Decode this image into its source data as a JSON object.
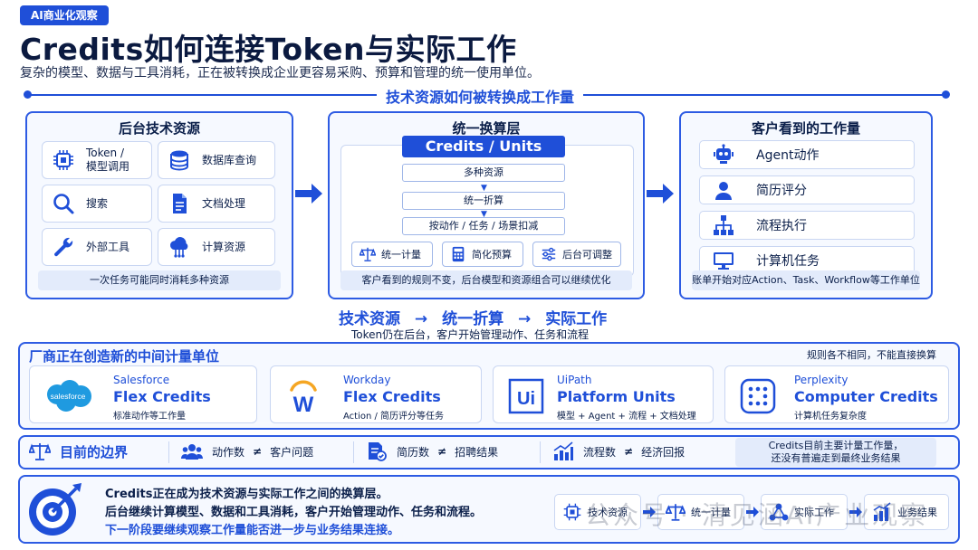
{
  "header": {
    "tag": "AI商业化观察",
    "title": "Credits如何连接Token与实际工作",
    "subtitle": "复杂的模型、数据与工具消耗，正在被转换成企业更容易采购、预算和管理的统一使用单位。"
  },
  "section_title": "技术资源如何被转换成工作量",
  "backend": {
    "title": "后台技术资源",
    "items": [
      {
        "label": "Token /\n模型调用",
        "icon": "chip-icon"
      },
      {
        "label": "数据库查询",
        "icon": "database-icon"
      },
      {
        "label": "搜索",
        "icon": "search-icon"
      },
      {
        "label": "文档处理",
        "icon": "document-icon"
      },
      {
        "label": "外部工具",
        "icon": "wrench-icon"
      },
      {
        "label": "计算资源",
        "icon": "cloud-compute-icon"
      }
    ],
    "footer": "一次任务可能同时消耗多种资源"
  },
  "exchange": {
    "title": "统一换算层",
    "unit": "Credits / Units",
    "steps": [
      "多种资源",
      "统一折算",
      "按动作 / 任务 / 场景扣减"
    ],
    "features": [
      {
        "label": "统一计量",
        "icon": "scale-icon"
      },
      {
        "label": "简化预算",
        "icon": "calculator-icon"
      },
      {
        "label": "后台可调整",
        "icon": "sliders-icon"
      }
    ],
    "footer": "客户看到的规则不变，后台模型和资源组合可以继续优化"
  },
  "customer": {
    "title": "客户看到的工作量",
    "items": [
      {
        "label": "Agent动作",
        "icon": "robot-icon"
      },
      {
        "label": "简历评分",
        "icon": "person-icon"
      },
      {
        "label": "流程执行",
        "icon": "flowchart-icon"
      },
      {
        "label": "计算机任务",
        "icon": "monitor-icon"
      }
    ],
    "footer": "账单开始对应Action、Task、Workflow等工作单位"
  },
  "flow": {
    "items": [
      "技术资源",
      "统一折算",
      "实际工作"
    ],
    "arrow": "→",
    "subtitle": "Token仍在后台，客户开始管理动作、任务和流程"
  },
  "vendors": {
    "title": "厂商正在创造新的中间计量单位",
    "note": "规则各不相同，不能直接换算",
    "items": [
      {
        "name": "Salesforce",
        "unit": "Flex Credits",
        "desc": "标准动作等工作量",
        "logo": "salesforce-logo",
        "logo_text": "salesforce"
      },
      {
        "name": "Workday",
        "unit": "Flex Credits",
        "desc": "Action / 简历评分等任务",
        "logo": "workday-logo",
        "logo_text": "W"
      },
      {
        "name": "UiPath",
        "unit": "Platform Units",
        "desc": "模型 + Agent + 流程 + 文档处理",
        "logo": "uipath-logo",
        "logo_text": "Ui"
      },
      {
        "name": "Perplexity",
        "unit": "Computer Credits",
        "desc": "计算机任务复杂度",
        "logo": "perplexity-logo"
      }
    ]
  },
  "boundary": {
    "title": "目前的边界",
    "neq": "≠",
    "items": [
      {
        "left": "动作数",
        "right": "客户问题",
        "icon": "users-icon"
      },
      {
        "left": "简历数",
        "right": "招聘结果",
        "icon": "resume-check-icon"
      },
      {
        "left": "流程数",
        "right": "经济回报",
        "icon": "bar-chart-icon"
      }
    ],
    "note": "Credits目前主要计量工作量，\n还没有普遍走到最终业务结果"
  },
  "conclusion": {
    "lines": [
      "Credits正在成为技术资源与实际工作之间的换算层。",
      "后台继续计算模型、数据和工具消耗，客户开始管理动作、任务和流程。",
      "下一阶段要继续观察工作量能否进一步与业务结果连接。"
    ],
    "chain": [
      {
        "label": "技术资源",
        "icon": "chip-icon"
      },
      {
        "label": "统一计量",
        "icon": "scale-icon"
      },
      {
        "label": "实际工作",
        "icon": "network-icon"
      },
      {
        "label": "业务结果",
        "icon": "growth-chart-icon"
      }
    ],
    "watermark": "公众号 · 清见涵AI产业观察"
  },
  "colors": {
    "accent": "#1f4fd8",
    "panel_border": "#2d5be3",
    "panel_bg": "#f6f9ff",
    "soft_bg": "#e3ebfb",
    "text": "#0b1f4a"
  }
}
